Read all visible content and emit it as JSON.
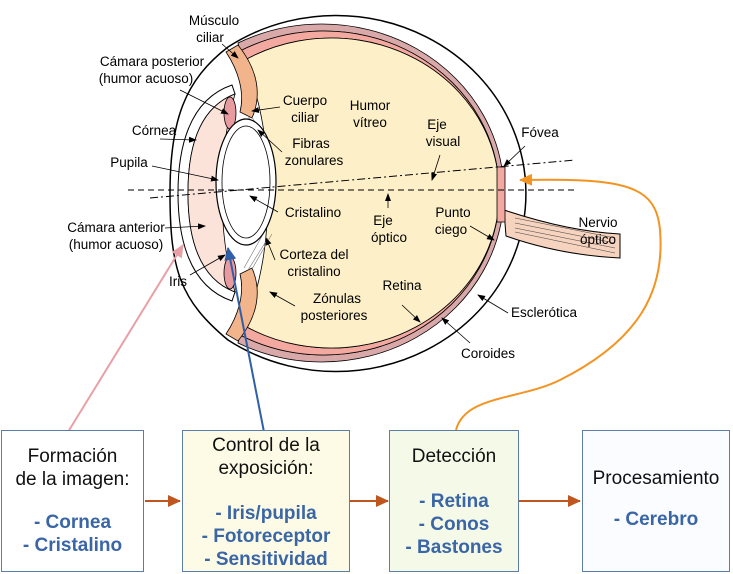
{
  "eye_labels": {
    "musculo_ciliar": [
      "Músculo",
      "ciliar"
    ],
    "camara_posterior": [
      "Cámara posterior",
      "(humor acuoso)"
    ],
    "cornea": "Córnea",
    "pupila": "Pupila",
    "camara_anterior": [
      "Cámara anterior",
      "(humor acuoso)"
    ],
    "iris": "Iris",
    "cuerpo_ciliar": [
      "Cuerpo",
      "ciliar"
    ],
    "fibras_zonulares": [
      "Fibras",
      "zonulares"
    ],
    "cristalino": "Cristalino",
    "corteza": [
      "Corteza del",
      "cristalino"
    ],
    "zonulas": [
      "Zónulas",
      "posteriores"
    ],
    "humor_vitreo": [
      "Humor",
      "vítreo"
    ],
    "eje_visual": [
      "Eje",
      "visual"
    ],
    "eje_optico": [
      "Eje",
      "óptico"
    ],
    "punto_ciego": [
      "Punto",
      "ciego"
    ],
    "retina": "Retina",
    "fovea": "Fóvea",
    "nervio_optico": [
      "Nervio",
      "óptico"
    ],
    "esclerotica": "Esclerótica",
    "coroides": "Coroides"
  },
  "stages": [
    {
      "title": [
        "Formación",
        "de la imagen:"
      ],
      "items": [
        "- Cornea",
        "- Cristalino"
      ]
    },
    {
      "title": [
        "Control de la",
        "exposición:"
      ],
      "items": [
        "- Iris/pupila",
        "- Fotoreceptor",
        "- Sensitividad"
      ]
    },
    {
      "title": [
        "Detección"
      ],
      "items": [
        "- Retina",
        "- Conos",
        "- Bastones"
      ]
    },
    {
      "title": [
        "Procesamiento"
      ],
      "items": [
        "- Cerebro"
      ]
    }
  ],
  "colors": {
    "vitreous": "#fdf0c8",
    "retina": "#f3a8a0",
    "choroid": "#d9a8a8",
    "aqueous": "#fbe3da",
    "stage1_bg": "#ffffff",
    "stage2_bg": "#fdfbe6",
    "stage3_bg": "#f4f9e8",
    "stage4_bg": "#fafcff",
    "item_text": "#3a66a6",
    "arrow_flow": "#c0561f",
    "arrow_pink": "#e8a0a8",
    "arrow_blue": "#2f5fa8",
    "arrow_orange": "#f39422"
  }
}
